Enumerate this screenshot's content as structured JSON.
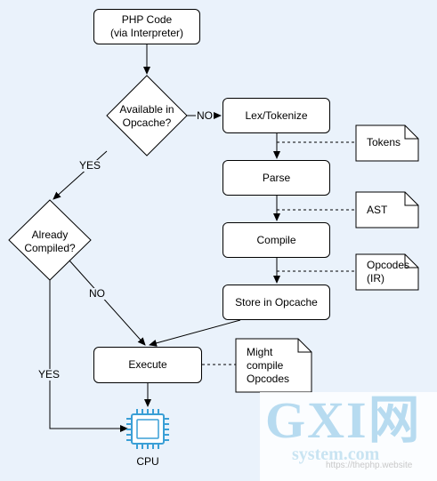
{
  "nodes": {
    "php_code": "PHP Code\n(via Interpreter)",
    "available_opcache": "Available in\nOpcache?",
    "lex": "Lex/Tokenize",
    "parse": "Parse",
    "compile": "Compile",
    "store": "Store in Opcache",
    "already_compiled": "Already\nCompiled?",
    "execute": "Execute",
    "cpu": "CPU"
  },
  "notes": {
    "tokens": "Tokens",
    "ast": "AST",
    "opcodes": "Opcodes\n(IR)",
    "might_compile": "Might\ncompile\nOpcodes"
  },
  "edge_labels": {
    "no_1": "NO",
    "yes_1": "YES",
    "no_2": "NO",
    "yes_2": "YES"
  },
  "watermark": {
    "brand": "GXI网",
    "domain": "system.com",
    "url": "https://thephp.website"
  },
  "colors": {
    "background": "#eaf2fb",
    "cpu_icon": "#3a9fd6"
  },
  "icons": [
    "cpu-icon"
  ]
}
